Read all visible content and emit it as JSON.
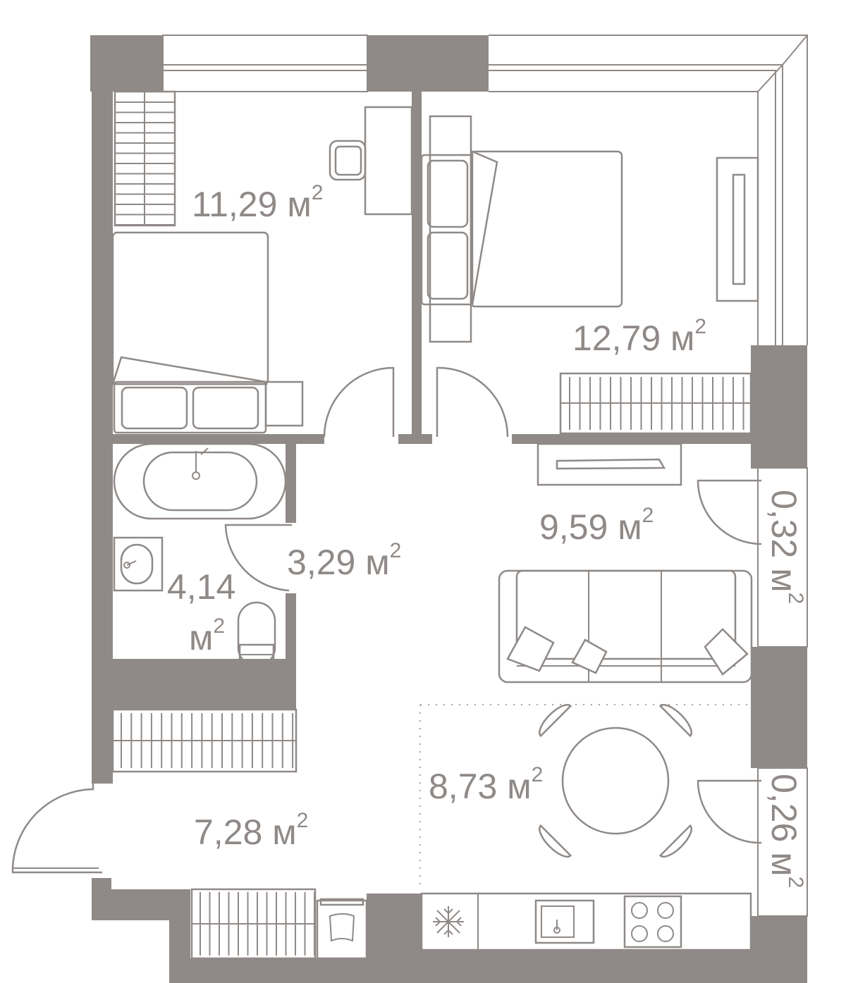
{
  "colors": {
    "wall": "#8f8a87",
    "line": "#8f8a87",
    "background": "#ffffff"
  },
  "rooms": {
    "bedroom_1": {
      "area": "11,29",
      "unit": "м",
      "exp": "2"
    },
    "bedroom_2": {
      "area": "12,79",
      "unit": "м",
      "exp": "2"
    },
    "living": {
      "area": "9,59",
      "unit": "м",
      "exp": "2"
    },
    "corridor": {
      "area": "3,29",
      "unit": "м",
      "exp": "2"
    },
    "bathroom": {
      "area": "4,14",
      "unit": "м",
      "exp": "2"
    },
    "hall": {
      "area": "7,28",
      "unit": "м",
      "exp": "2"
    },
    "dining": {
      "area": "8,73",
      "unit": "м",
      "exp": "2"
    },
    "balcony_1": {
      "area": "0,32",
      "unit": "м",
      "exp": "2"
    },
    "balcony_2": {
      "area": "0,26",
      "unit": "м",
      "exp": "2"
    }
  },
  "icons": [
    "snowflake-icon",
    "sink-icon",
    "stove-icon",
    "bathtub-icon",
    "toilet-icon",
    "washbasin-icon"
  ]
}
